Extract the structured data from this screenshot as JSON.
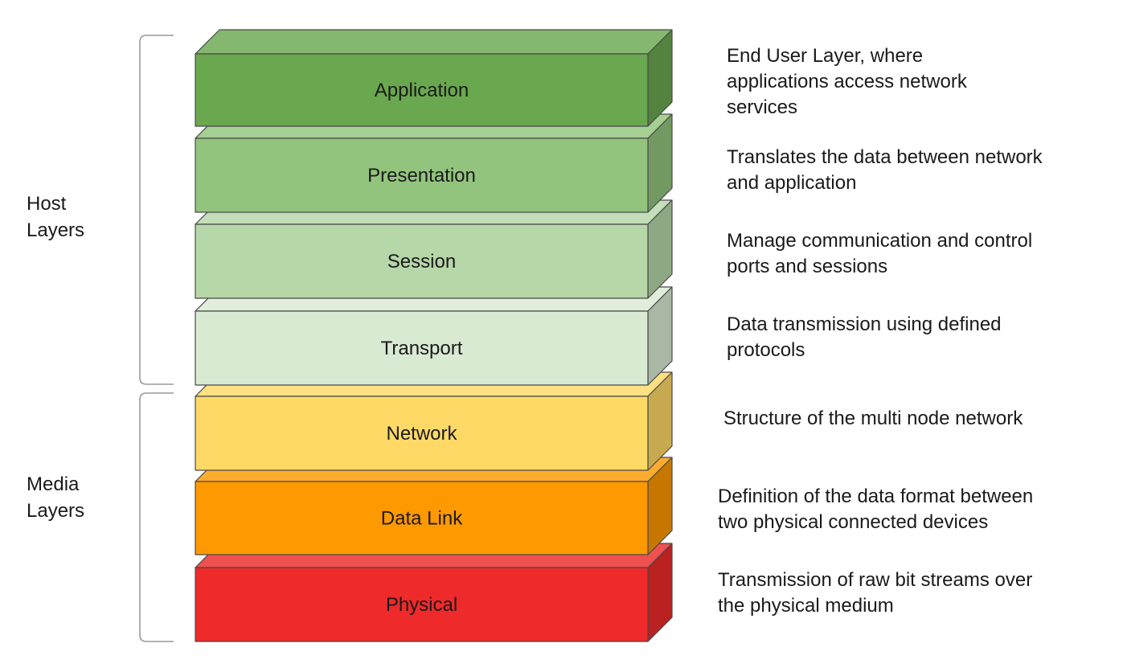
{
  "groups": [
    {
      "id": "host",
      "lines": [
        "Host",
        "Layers"
      ]
    },
    {
      "id": "media",
      "lines": [
        "Media",
        "Layers"
      ]
    }
  ],
  "layers": [
    {
      "id": "application",
      "label": "Application",
      "color": "#6aa84f",
      "description": [
        "End User Layer, where",
        "applications access network",
        "services"
      ]
    },
    {
      "id": "presentation",
      "label": "Presentation",
      "color": "#93c47d",
      "description": [
        "Translates the data between network",
        "and application"
      ]
    },
    {
      "id": "session",
      "label": "Session",
      "color": "#b6d7a8",
      "description": [
        "Manage communication and control",
        "ports and sessions"
      ]
    },
    {
      "id": "transport",
      "label": "Transport",
      "color": "#d9ead3",
      "description": [
        "Data transmission using defined",
        "protocols"
      ]
    },
    {
      "id": "network",
      "label": "Network",
      "color": "#ffd966",
      "description": [
        "Structure of the multi node network"
      ]
    },
    {
      "id": "data-link",
      "label": "Data Link",
      "color": "#ff9900",
      "description": [
        "Definition of the data format between",
        "two physical connected devices"
      ]
    },
    {
      "id": "physical",
      "label": "Physical",
      "color": "#ee2a2a",
      "description": [
        "Transmission of raw bit streams over",
        "the physical medium"
      ]
    }
  ]
}
